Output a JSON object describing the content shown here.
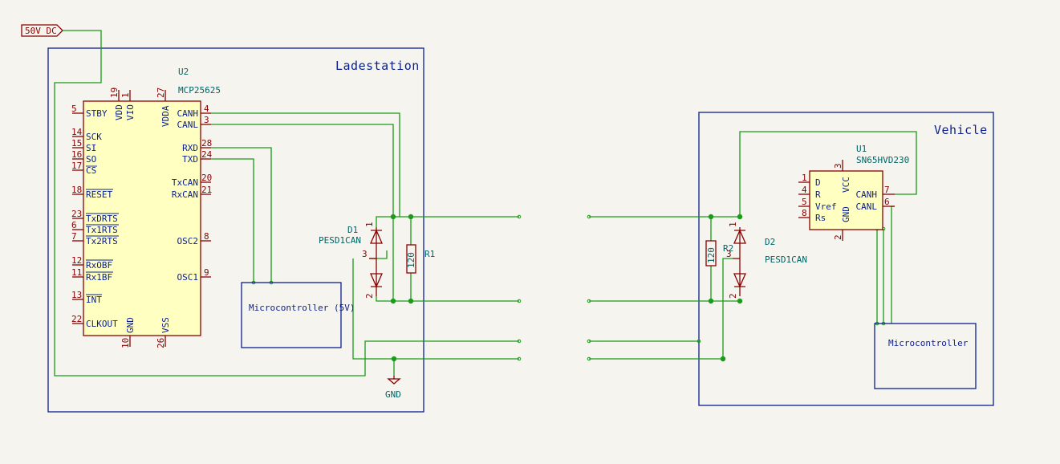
{
  "colors": {
    "wire": "#1A9B1A",
    "frame": "#0A1F8F",
    "component": "#8B0000",
    "component_fill": "#FFFFC2",
    "ref": "#006464",
    "background": "#F5F4EF"
  },
  "power_flag": "50V DC",
  "ladestation": {
    "title": "Ladestation",
    "u2": {
      "ref": "U2",
      "value": "MCP25625"
    },
    "u2_pins_left": [
      {
        "num": "5",
        "name": "STBY"
      },
      {
        "num": "14",
        "name": "SCK"
      },
      {
        "num": "15",
        "name": "SI"
      },
      {
        "num": "16",
        "name": "SO"
      },
      {
        "num": "17",
        "name": "CS"
      },
      {
        "num": "18",
        "name": "RESET"
      },
      {
        "num": "23",
        "name": "TxDRTS"
      },
      {
        "num": "6",
        "name": "Tx1RTS"
      },
      {
        "num": "7",
        "name": "Tx2RTS"
      },
      {
        "num": "12",
        "name": "RxOBF"
      },
      {
        "num": "11",
        "name": "Rx1BF"
      },
      {
        "num": "13",
        "name": "INT"
      },
      {
        "num": "22",
        "name": "CLKOUT"
      }
    ],
    "u2_pins_right": [
      {
        "num": "4",
        "name": "CANH"
      },
      {
        "num": "3",
        "name": "CANL"
      },
      {
        "num": "28",
        "name": "RXD"
      },
      {
        "num": "24",
        "name": "TXD"
      },
      {
        "num": "20",
        "name": "TxCAN"
      },
      {
        "num": "21",
        "name": "RxCAN"
      },
      {
        "num": "8",
        "name": "OSC2"
      },
      {
        "num": "9",
        "name": "OSC1"
      }
    ],
    "u2_pins_top": [
      {
        "num": "19",
        "name": "VDD"
      },
      {
        "num": "1",
        "name": "VIO"
      },
      {
        "num": "27",
        "name": "VDDA"
      }
    ],
    "u2_pins_bottom": [
      {
        "num": "10",
        "name": "GND"
      },
      {
        "num": "26",
        "name": "VSS"
      }
    ],
    "d1": {
      "ref": "D1",
      "value": "PESD1CAN",
      "pins": [
        "1",
        "3",
        "2"
      ]
    },
    "r1": {
      "ref": "R1",
      "value": "120"
    },
    "gnd": "GND",
    "mcu": "Microcontroller (5V)"
  },
  "vehicle": {
    "title": "Vehicle",
    "u1": {
      "ref": "U1",
      "value": "SN65HVD230"
    },
    "u1_pins_left": [
      {
        "num": "1",
        "name": "D"
      },
      {
        "num": "4",
        "name": "R"
      },
      {
        "num": "5",
        "name": "Vref"
      },
      {
        "num": "8",
        "name": "Rs"
      }
    ],
    "u1_pins_right": [
      {
        "num": "7",
        "name": "CANH"
      },
      {
        "num": "6",
        "name": "CANL"
      }
    ],
    "u1_pin_top": {
      "num": "3",
      "name": "VCC"
    },
    "u1_pin_bottom": {
      "num": "2",
      "name": "GND"
    },
    "d2": {
      "ref": "D2",
      "value": "PESD1CAN",
      "pins": [
        "1",
        "3",
        "2"
      ]
    },
    "r2": {
      "ref": "R2",
      "value": "120"
    },
    "mcu": "Microcontroller"
  }
}
